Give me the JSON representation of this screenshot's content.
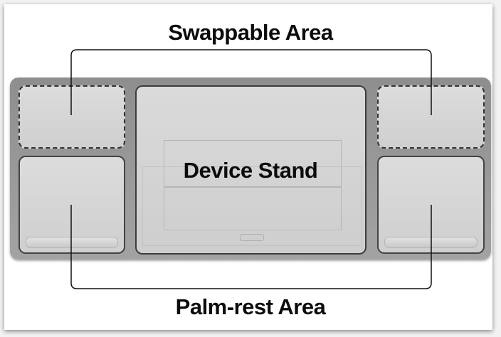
{
  "labels": {
    "top": "Swappable Area",
    "center": "Device Stand",
    "bottom": "Palm-rest Area"
  },
  "colors": {
    "tray": "#999999",
    "compartment": "#d6d6d6",
    "text": "#0c0c0c"
  }
}
